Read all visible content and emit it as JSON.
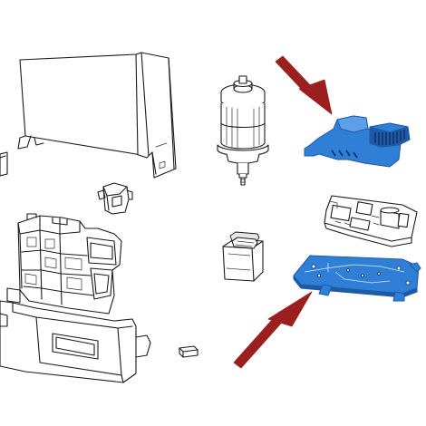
{
  "colors": {
    "highlight_fill": "#2f7fd6",
    "highlight_dark": "#1e5aa8",
    "highlight_light": "#5da0e8",
    "arrow": "#9c1f1f",
    "line": "#1a1a1a",
    "background": "#ffffff"
  },
  "highlighted_parts": [
    "control-unit-cover",
    "control-board-mounting-plate"
  ],
  "arrows": [
    {
      "points_to": "control-unit-cover",
      "direction": "down-right"
    },
    {
      "points_to": "control-board-mounting-plate",
      "direction": "up-right"
    }
  ]
}
